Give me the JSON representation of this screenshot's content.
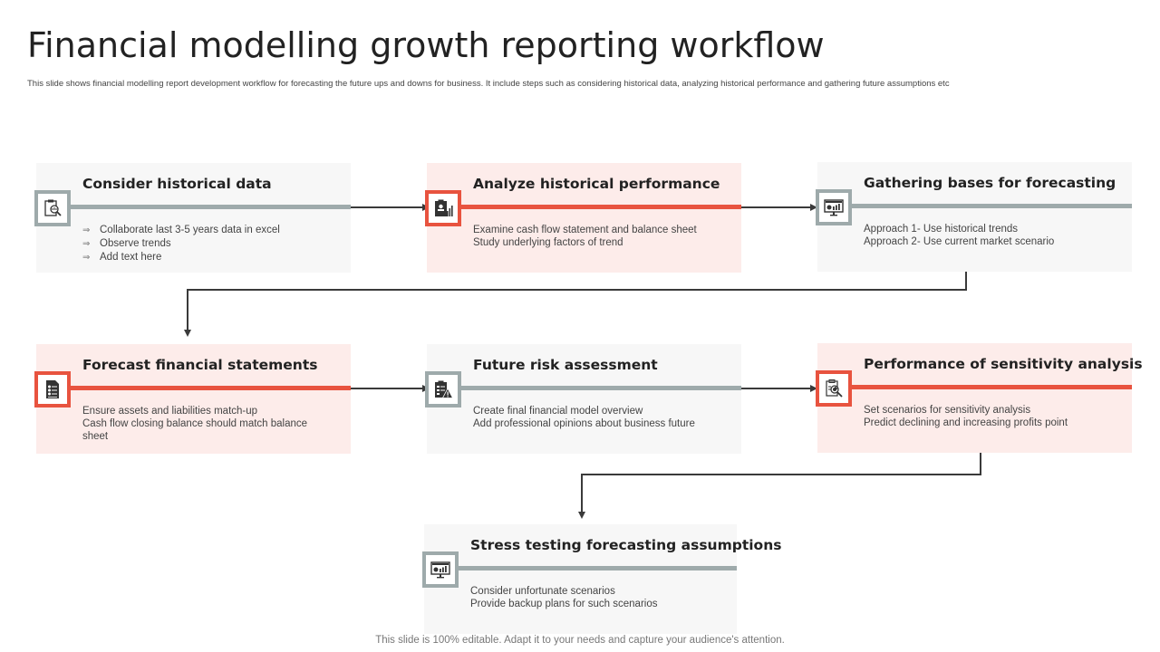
{
  "slide": {
    "title": "Financial modelling growth reporting workflow",
    "subtitle": "This slide shows financial modelling report development workflow for forecasting the future ups and downs for business. It include steps such as considering historical data, analyzing historical performance and gathering future assumptions etc",
    "footer": "This slide is 100% editable. Adapt it to your needs and capture your audience's attention."
  },
  "colors": {
    "accent_red": "#e8533f",
    "accent_gray": "#9eaaab",
    "card_gray_bg": "#f7f7f7",
    "card_pink_bg": "#fdecea",
    "connector": "#3a3a3a"
  },
  "steps": [
    {
      "title": "Consider historical data",
      "style": "gray",
      "icon": "clipboard-magnifier-icon",
      "bullet": "⇒",
      "lines": [
        "Collaborate last 3-5 years data in excel",
        "Observe trends",
        "Add text here"
      ]
    },
    {
      "title": "Analyze historical performance",
      "style": "pink",
      "icon": "clipboard-profile-chart-icon",
      "lines": [
        "Examine cash flow statement and balance sheet",
        "Study underlying factors of trend"
      ]
    },
    {
      "title": "Gathering bases for forecasting",
      "style": "gray",
      "icon": "monitor-chart-icon",
      "lines": [
        "Approach 1- Use historical trends",
        "Approach 2- Use current market scenario"
      ]
    },
    {
      "title": "Forecast financial statements",
      "style": "pink",
      "icon": "checklist-document-icon",
      "lines": [
        "Ensure assets and liabilities match-up",
        "Cash flow closing balance should match balance sheet"
      ]
    },
    {
      "title": "Future risk assessment",
      "style": "gray",
      "icon": "clipboard-warning-icon",
      "lines": [
        "Create final financial model overview",
        "Add professional opinions about business future"
      ]
    },
    {
      "title": "Performance of sensitivity  analysis",
      "style": "pink",
      "icon": "report-magnifier-icon",
      "lines": [
        "Set scenarios for sensitivity analysis",
        "Predict declining and increasing profits point"
      ]
    },
    {
      "title": "Stress  testing forecasting assumptions",
      "style": "gray",
      "icon": "monitor-chart-icon",
      "lines": [
        "Consider unfortunate scenarios",
        "Provide backup plans for such scenarios"
      ]
    }
  ]
}
